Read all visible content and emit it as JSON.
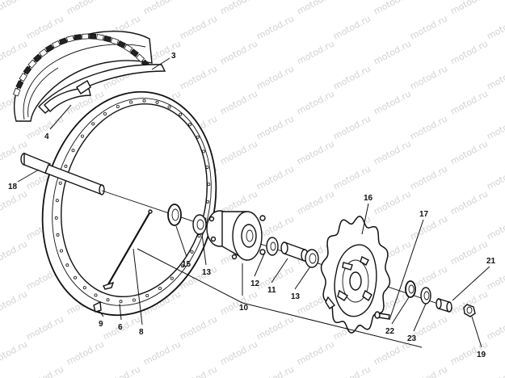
{
  "watermark": "motod.ru",
  "callouts": {
    "c3": "3",
    "c4": "4",
    "c18": "18",
    "c16": "16",
    "c17": "17",
    "c21": "21",
    "c15": "15",
    "c13a": "13",
    "c12": "12",
    "c11": "11",
    "c13b": "13",
    "c10": "10",
    "c9": "9",
    "c6": "6",
    "c8": "8",
    "c22": "22",
    "c23": "23",
    "c19": "19"
  }
}
